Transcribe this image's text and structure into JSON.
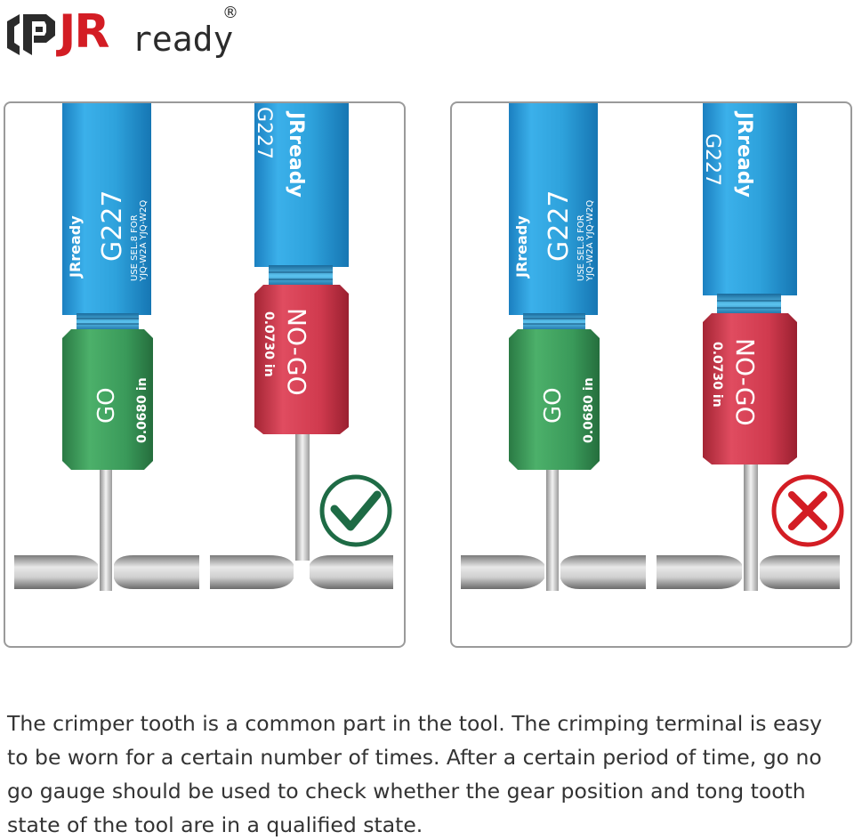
{
  "brand": {
    "name_jr": "JR",
    "name_ready": "ready",
    "registered": "®",
    "colors": {
      "red": "#d31d24",
      "dark": "#2b2b2b"
    }
  },
  "gauges": {
    "model": "G227",
    "brand_label": "JRready",
    "usage_line1": "USE SEL.8 FOR",
    "usage_line2": "YJQ-W2A YJQ-W2Q",
    "go": {
      "label": "GO",
      "size": "0.0680 in",
      "color": "#3a9a5a"
    },
    "nogo": {
      "label": "NO-GO",
      "size": "0.0730 in",
      "color": "#d03a4e"
    },
    "handle_color": "#2ea2dc"
  },
  "panels": {
    "left": {
      "result_icon": "check-icon",
      "result_color": "#1e6b45"
    },
    "right": {
      "result_icon": "cross-icon",
      "result_color": "#d31d24"
    }
  },
  "caption": "The crimper tooth is a common part in the tool. The crimping terminal is easy to be worn for a certain number of times. After a certain period of time, go no go gauge should be used to check whether the gear position and tong tooth state of the tool are in a qualified state."
}
